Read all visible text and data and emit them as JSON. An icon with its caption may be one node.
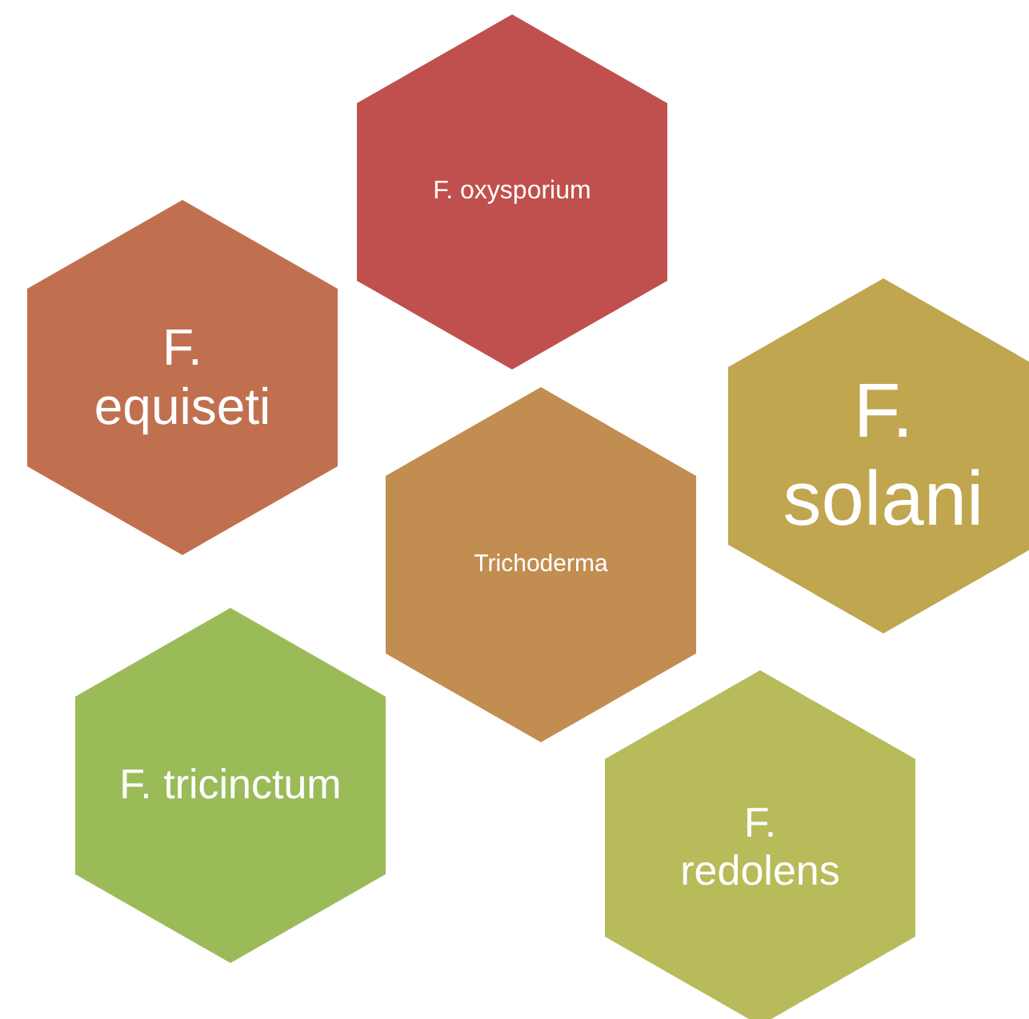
{
  "diagram": {
    "nodes": [
      {
        "text": [
          "F. oxysporium"
        ]
      },
      {
        "text": [
          "F. equiseti"
        ]
      },
      {
        "text": [
          "F. solani"
        ]
      },
      {
        "text": [
          "Trichoderma"
        ]
      },
      {
        "text": [
          "F. tricinctum"
        ]
      },
      {
        "text": [
          "F. redolens"
        ]
      }
    ]
  }
}
